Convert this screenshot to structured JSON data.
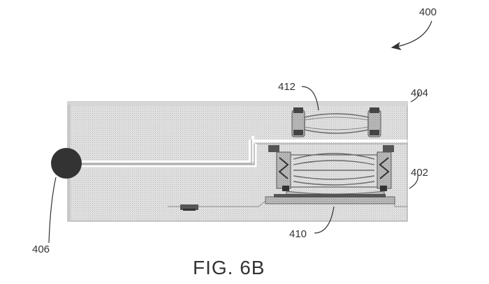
{
  "figure": {
    "caption": "FIG. 6B",
    "labels": {
      "assembly": "400",
      "lens_412": "412",
      "housing_404": "404",
      "housing_402": "402",
      "connector_406": "406",
      "sensor_410": "410"
    }
  },
  "colors": {
    "stipple_fill": "#dcdcdc",
    "outline": "#7a7a7a",
    "dark_component": "#3a3a3a",
    "text": "#333333"
  }
}
